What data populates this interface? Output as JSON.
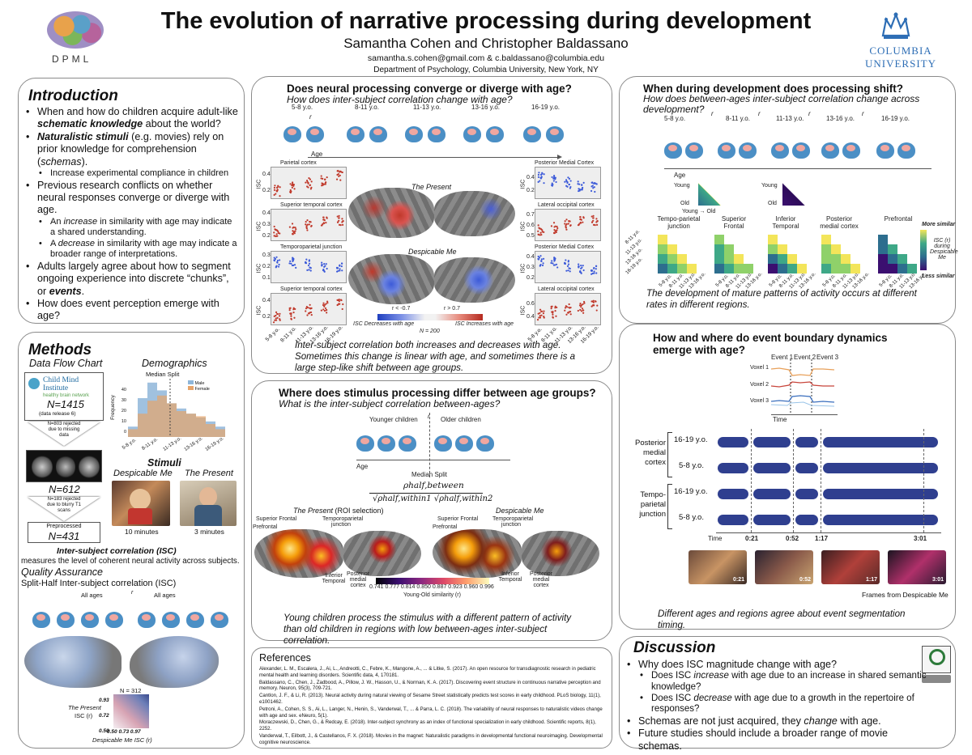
{
  "header": {
    "title": "The evolution of narrative processing during development",
    "authors": "Samantha Cohen and Christopher Baldassano",
    "emails": "samantha.s.cohen@gmail.com & c.baldassano@columbia.edu",
    "department": "Department of Psychology, Columbia University, New York, NY",
    "lab_logo_text": "DPML",
    "university_line1": "COLUMBIA",
    "university_line2": "UNIVERSITY"
  },
  "intro": {
    "heading": "Introduction",
    "b1a": "When and how do children acquire adult-like",
    "b1b": "schematic knowledge",
    "b1c": " about the world?",
    "b2a": "Naturalistic stimuli",
    "b2b": " (e.g. movies) rely on prior knowledge for comprehension (",
    "b2c": "schemas",
    "b2d": ").",
    "s1": "Increase experimental compliance in children",
    "b3": "Previous research conflicts on whether neural responses converge or diverge with age.",
    "s2a": "An ",
    "s2b": "increase",
    "s2c": " in similarity with age may indicate a shared understanding.",
    "s3a": "A ",
    "s3b": "decrease",
    "s3c": " in similarity with age may indicate a broader range of interpretations.",
    "b4a": "Adults largely agree about how to segment ongoing experience into discrete “chunks”, or ",
    "b4b": "events",
    "b4c": ".",
    "b5": "How does event perception emerge with age?"
  },
  "methods": {
    "heading": "Methods",
    "flow_title": "Data Flow Chart",
    "demo_title": "Demographics",
    "cmi_1": "Child Mind",
    "cmi_2": "Institute",
    "cmi_3": "healthy brain network",
    "n1": "N=1415",
    "n1_note": "(data release 6)",
    "rej1": "N=803 rejected due to missing data",
    "n2": "N=612",
    "rej2": "N=183 rejected due to blurry T1 scans",
    "pre_label": "Preprocessed",
    "n3": "N=431",
    "hist_title": "Median Split",
    "hist_ylabel": "Frequency",
    "legend_male": "Male",
    "legend_female": "Female",
    "age_ticks": [
      "5-8 y.o.",
      "8-11 y.o.",
      "11-13 y.o.",
      "13-16 y.o.",
      "16-19 y.o."
    ],
    "y_ticks": [
      "40",
      "30",
      "20",
      "10",
      "0"
    ],
    "stimuli_title": "Stimuli",
    "stim1": "Despicable Me",
    "stim2": "The Present",
    "stim1_len": "10 minutes",
    "stim2_len": "3 minutes",
    "isc_def_title": "Inter-subject correlation (ISC)",
    "isc_def": "measures the level of coherent neural activity across subjects.",
    "qa_title": "Quality Assurance",
    "qa_sub": "Split-Half Inter-subject correlation (ISC)",
    "all_ages_l": "All ages",
    "all_ages_r": "All ages",
    "r_label": "r",
    "n_312": "N = 312",
    "qa_ylabel1": "The Present",
    "qa_ylabel2": "ISC (r)",
    "qa_yticks": [
      "0.93",
      "0.72",
      "0.50"
    ],
    "qa_xticks": "0.50 0.73 0.97",
    "qa_xlabel": "Despicable Me ISC (r)"
  },
  "converge": {
    "title": "Does neural processing converge or diverge with age?",
    "sub": "How does inter-subject correlation change with age?",
    "groups": [
      "5-8 y.o.",
      "8-11 y.o.",
      "11-13 y.o.",
      "13-16 y.o.",
      "16-19 y.o."
    ],
    "age_axis": "Age",
    "r": "r",
    "isc": "ISC",
    "left_rois": [
      "Parietal cortex",
      "Superior temporal cortex",
      "Temporoparietal junction",
      "Superior temporal cortex"
    ],
    "right_rois": [
      "Posterior Medial Cortex",
      "Lateral occipital cortex",
      "Posterior Medial Cortex",
      "Lateral occipital cortex"
    ],
    "left_yticks": [
      [
        "0.4",
        "0.2"
      ],
      [
        "0.4",
        "0.3",
        "0.2"
      ],
      [
        "0.3",
        "0.2",
        "0.1"
      ],
      [
        "0.4",
        "0.2"
      ]
    ],
    "right_yticks": [
      [
        "0.4",
        "0.2"
      ],
      [
        "0.7",
        "0.6",
        "0.5"
      ],
      [
        "0.4",
        "0.3",
        "0.2"
      ],
      [
        "0.6",
        "0.4"
      ]
    ],
    "movie_present": "The Present",
    "movie_dm": "Despicable Me",
    "cb_lo": "r < -0.7",
    "cb_hi": "r > 0.7",
    "cb_dec": "ISC Decreases with age",
    "cb_inc": "ISC Increases with age",
    "n200": "N = 200",
    "caption": "Inter-subject correlation both increases and decreases with age. Sometimes this change is linear with age, and sometimes there is a large step-like shift between age groups."
  },
  "between": {
    "title": "Where does stimulus processing differ between age groups?",
    "sub": "What is the inter-subject correlation between-ages?",
    "young": "Younger children",
    "old": "Older children",
    "r": "r",
    "age": "Age",
    "split": "Median Split",
    "formula_num": "ρhalf,between",
    "formula_den": "√ρhalf,within1 √ρhalf,within2",
    "present_title": "The Present",
    "present_suffix": " (ROI selection)",
    "dm_title": "Despicable Me",
    "roi_sf": "Superior Frontal",
    "roi_pf": "Prefrontal",
    "roi_tpj": "Temporoparietal junction",
    "roi_it": "Inferior Temporal",
    "roi_pmc": "Posterior medial cortex",
    "cb_ticks": "0.741 0.777 0.814 0.850 0.887 0.923 0.960 0.996",
    "cb_label": "Young-Old similarity (r)",
    "caption": "Young children process the stimulus with a different pattern of activity than old children in regions with low between-ages inter-subject correlation."
  },
  "shift": {
    "title": "When during development does processing shift?",
    "sub": "How does between-ages inter-subject correlation change across development?",
    "groups": [
      "5-8 y.o.",
      "8-11 y.o.",
      "11-13 y.o.",
      "13-16 y.o.",
      "16-19 y.o."
    ],
    "r": "r",
    "age": "Age",
    "young": "Young",
    "old": "Old",
    "young2": "Young",
    "old2": "Old",
    "regions": [
      "Tempo-parietal junction",
      "Superior Frontal",
      "Inferior Temporal",
      "Posterior medial cortex",
      "Prefrontal"
    ],
    "row_ticks": [
      "8-11 y.o.",
      "11-13 y.o.",
      "13-16 y.o.",
      "16-19 y.o."
    ],
    "col_ticks": [
      "5-8 y.o.",
      "8-11 y.o.",
      "11-13 y.o.",
      "13-16 y.o."
    ],
    "more": "More similar",
    "less": "Less similar",
    "cb_label": "ISC (r) during Despicable Me",
    "caption": "The development of mature patterns of activity occurs at different rates in different regions."
  },
  "events": {
    "title": "How and where do event boundary dynamics emerge with age?",
    "event_labels": [
      "Event 1",
      "Event 2",
      "Event 3"
    ],
    "voxels": [
      "Voxel 1",
      "Voxel 2",
      "Voxel 3"
    ],
    "time": "Time",
    "pmc": "Posterior medial cortex",
    "tpj": "Tempo-parietal junction",
    "old_grp": "16-19 y.o.",
    "young_grp": "5-8 y.o.",
    "time2": "Time",
    "ticks": [
      "0:21",
      "0:52",
      "1:17",
      "3:01"
    ],
    "frames_caption": "Frames from Despicable Me",
    "caption": "Different ages and regions agree about event segmentation timing."
  },
  "references": {
    "heading": "References",
    "items": [
      "Alexander, L. M., Escalera, J., Ai, L., Andreotti, C., Febre, K., Mangone, A., ... & Litke, S. (2017). An open resource for transdiagnostic research in pediatric mental health and learning disorders. Scientific data, 4, 170181.",
      "Baldassano, C., Chen, J., Zadbood, A., Pillow, J. W., Hasson, U., & Norman, K. A. (2017). Discovering event structure in continuous narrative perception and memory. Neuron, 95(3), 709-721.",
      "Cantlon, J. F., & Li, R. (2013). Neural activity during natural viewing of Sesame Street statistically predicts test scores in early childhood. PLoS biology, 11(1), e1001462.",
      "Petroni, A., Cohen, S. S., Ai, L., Langer, N., Henin, S., Vanderwal, T., ... & Parra, L. C. (2018). The variability of neural responses to naturalistic videos change with age and sex. eNeuro, 5(1).",
      "Moraczewski, D., Chen, G., & Redcay, E. (2018). Inter-subject synchrony as an index of functional specialization in early childhood. Scientific reports, 8(1), 2252.",
      "Vanderwal, T., Eilbott, J., & Castellanos, F. X. (2018). Movies in the magnet: Naturalistic paradigms in developmental functional neuroimaging. Developmental cognitive neuroscience."
    ]
  },
  "discussion": {
    "heading": "Discussion",
    "b1": "Why does ISC magnitude change with age?",
    "s1a": "Does ISC ",
    "s1b": "increase",
    "s1c": " with age due to an increase in shared semantic knowledge?",
    "s2a": "Does ISC ",
    "s2b": "decrease",
    "s2c": " with age due to a growth in the repertoire of responses?",
    "b2a": "Schemas are not just acquired, they ",
    "b2b": "change",
    "b2c": " with age.",
    "b3": "Future studies should include a broader range of movie schemas."
  },
  "chart_data": [
    {
      "type": "bar",
      "title": "Median Split",
      "ylabel": "Frequency",
      "categories": [
        "5-8 y.o.",
        "8-11 y.o.",
        "11-13 y.o.",
        "13-16 y.o.",
        "16-19 y.o."
      ],
      "series": [
        {
          "name": "Male",
          "values": [
            8,
            30,
            42,
            36,
            26,
            22,
            18,
            15,
            12,
            8
          ]
        },
        {
          "name": "Female",
          "values": [
            6,
            18,
            28,
            32,
            26,
            20,
            18,
            16,
            10,
            6
          ]
        }
      ],
      "ylim": [
        0,
        45
      ]
    }
  ],
  "colors": {
    "event_bar": "#2f3f8f",
    "heat_low": "#2d0b59",
    "heat_high": "#f3e55a",
    "red": "#c0392b",
    "blue": "#3d5bd9"
  }
}
